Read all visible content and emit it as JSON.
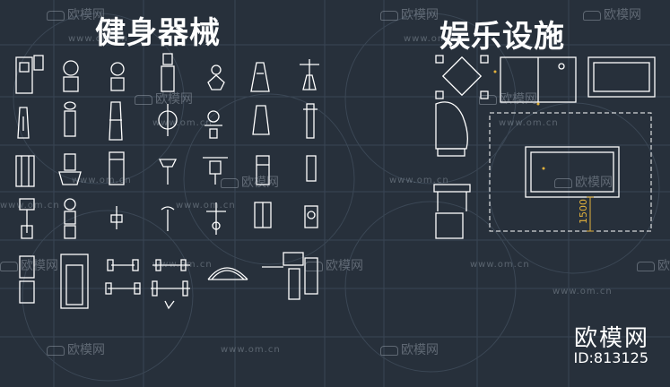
{
  "titles": {
    "fitness": "健身器械",
    "entertainment": "娱乐设施"
  },
  "brand": {
    "name": "欧模网",
    "id": "ID:813125"
  },
  "watermark": {
    "logo_text": "欧模网",
    "url": "www.om.cn"
  },
  "dimension": {
    "value": "1500"
  },
  "colors": {
    "background": "#27303b",
    "grid": "#3a4654",
    "drawing": "#ffffff",
    "dimension": "#e3b23c"
  }
}
